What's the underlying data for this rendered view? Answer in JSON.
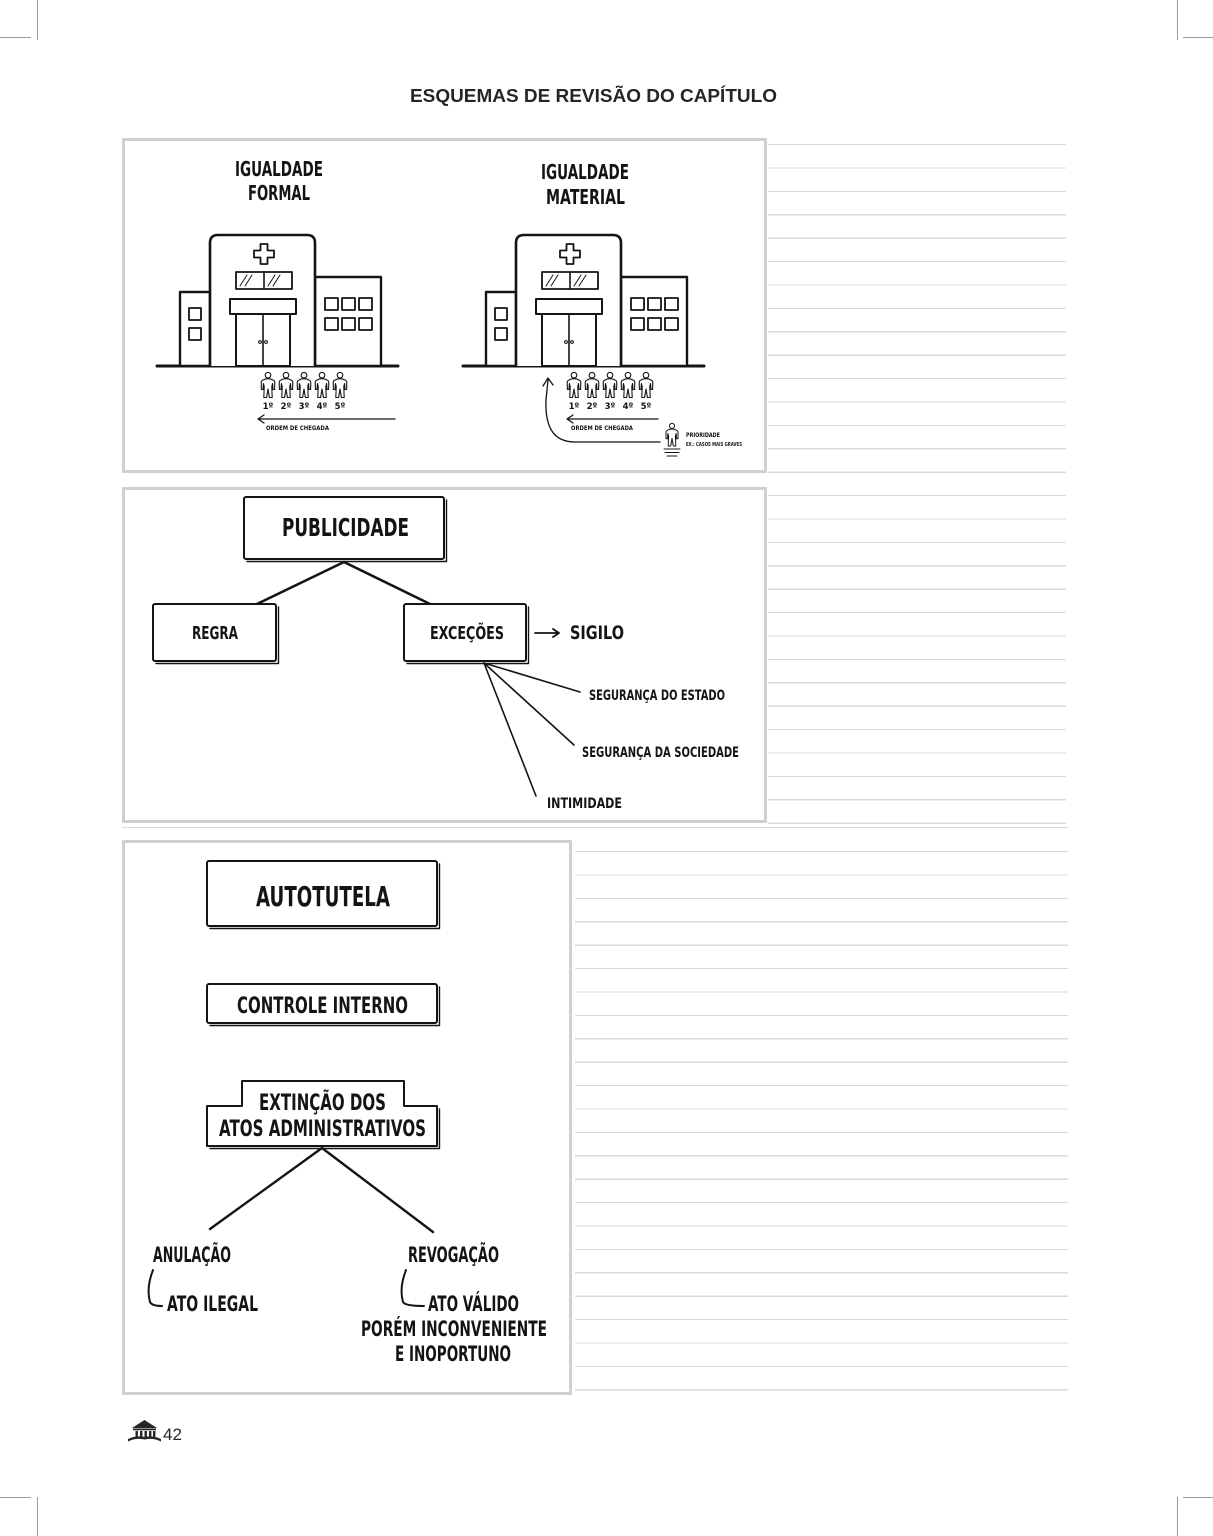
{
  "page": {
    "header": "ESQUEMAS DE REVISÃO DO CAPÍTULO",
    "page_number": "42",
    "footer_icon": "courthouse-book-icon"
  },
  "igualdade_formal": {
    "title": [
      "IGUALDADE",
      "FORMAL"
    ],
    "queue": [
      "1º",
      "2º",
      "3º",
      "4º",
      "5º"
    ],
    "arrow_label": "ORDEM DE CHEGADA",
    "illustration_icon": "hospital-icon",
    "figure_icon": "person-icon"
  },
  "igualdade_material": {
    "title": [
      "IGUALDADE",
      "MATERIAL"
    ],
    "queue": [
      "1º",
      "2º",
      "3º",
      "4º",
      "5º"
    ],
    "arrow_label": "ORDEM DE CHEGADA",
    "priority_label": "PRIORIDADE",
    "priority_example": "EX.: CASOS MAIS GRAVES",
    "illustration_icon": "hospital-icon",
    "figure_icon": "person-icon"
  },
  "publicidade": {
    "root": "PUBLICIDADE",
    "rule": "REGRA",
    "exceptions": "EXCEÇÕES",
    "exception_result": "SIGILO",
    "sigilo_cases": [
      "SEGURANÇA DO ESTADO",
      "SEGURANÇA DA SOCIEDADE",
      "INTIMIDADE"
    ]
  },
  "autotutela": {
    "title": "AUTOTUTELA",
    "subtitle": "CONTROLE INTERNO",
    "extinction": [
      "EXTINÇÃO DOS",
      "ATOS ADMINISTRATIVOS"
    ],
    "anulacao": {
      "label": "ANULAÇÃO",
      "detail": [
        "ATO ILEGAL"
      ]
    },
    "revogacao": {
      "label": "REVOGAÇÃO",
      "detail": [
        "ATO VÁLIDO",
        "PORÉM INCONVENIENTE",
        "E INOPORTUNO"
      ]
    }
  },
  "colors": {
    "ink": "#141414",
    "panel_border": "#d0d0d0",
    "ruled_line": "#d8d8d8"
  }
}
